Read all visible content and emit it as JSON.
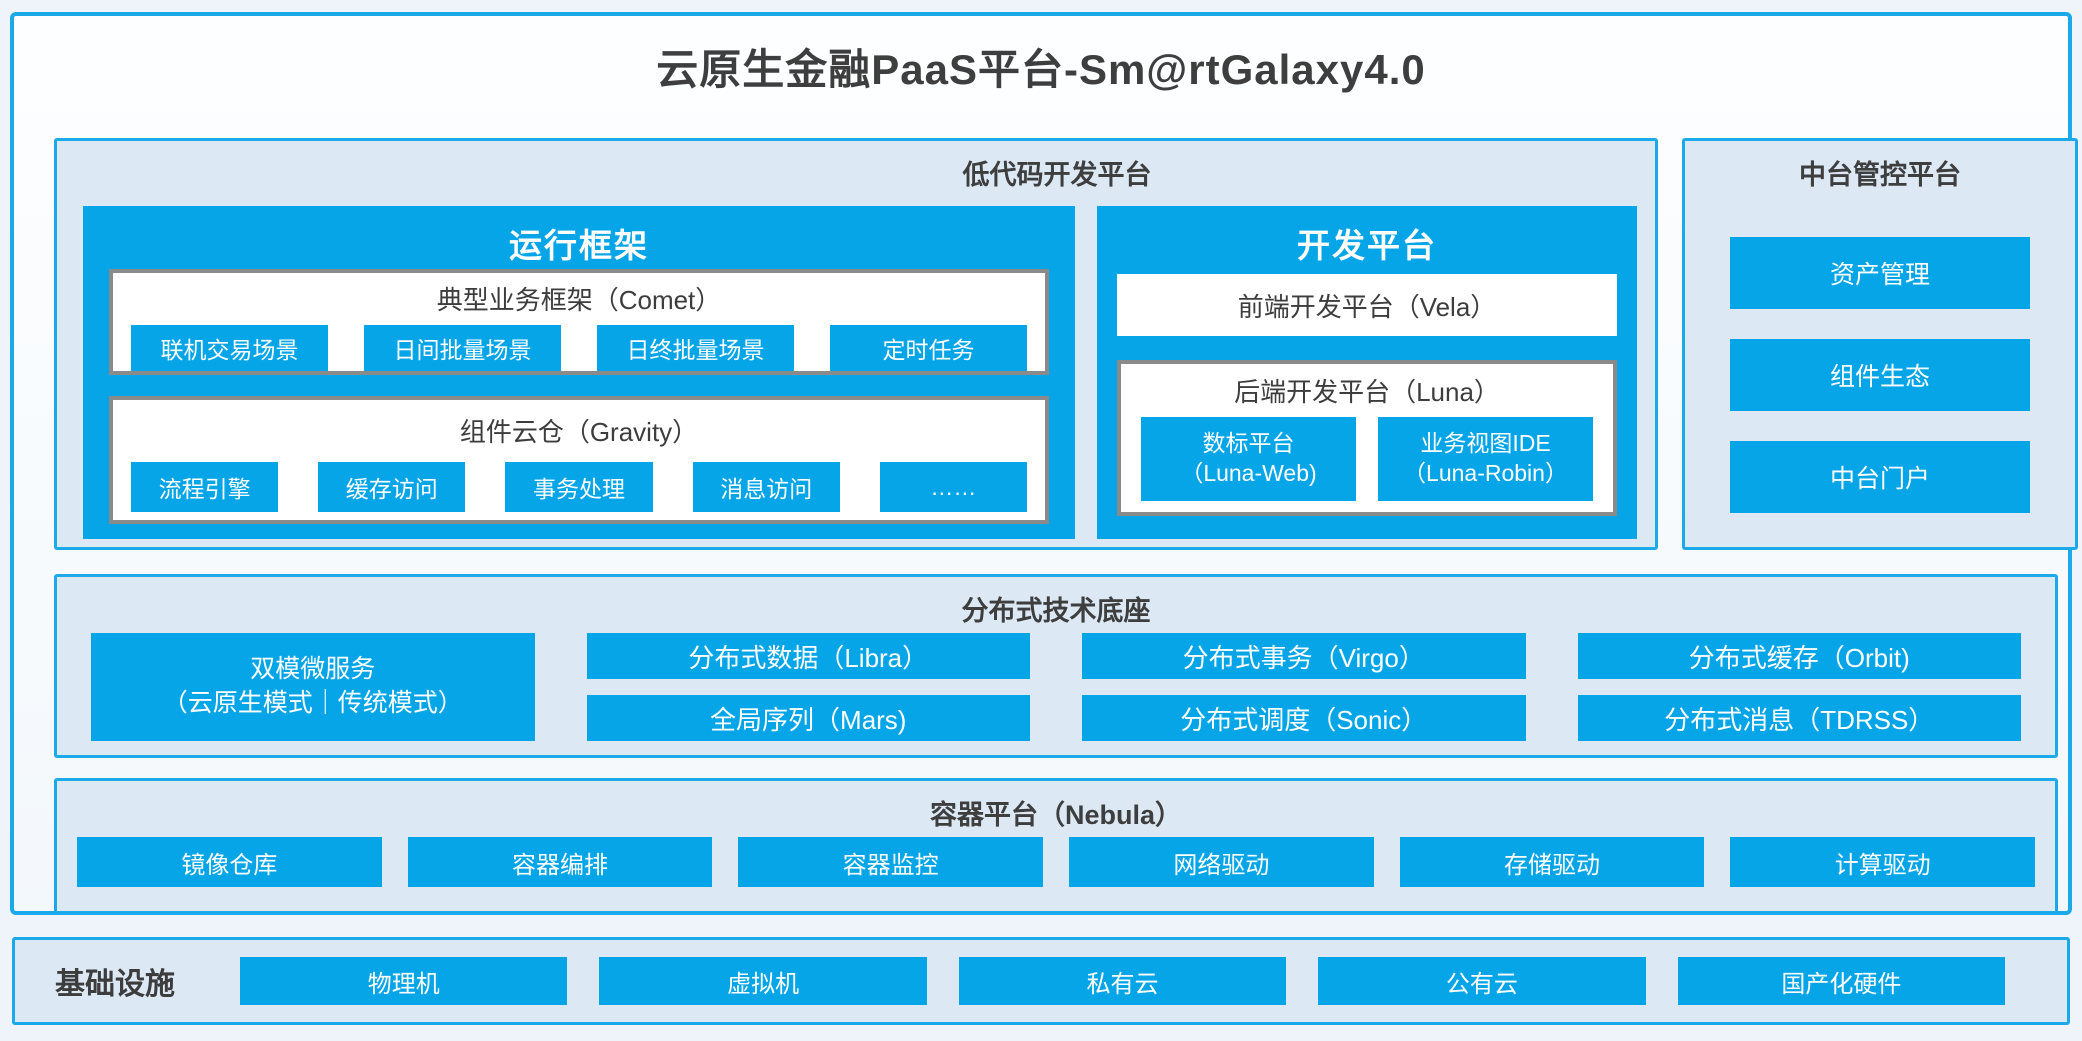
{
  "title": "云原生金融PaaS平台-Sm@rtGalaxy4.0",
  "colors": {
    "accent_blue": "#06a5e7",
    "border_blue": "#1ba9e9",
    "panel_bg": "#dce9f5",
    "gray_border": "#8a8a8a",
    "text_dark": "#3d3d3d"
  },
  "lowcode": {
    "label": "低代码开发平台",
    "runtime": {
      "title": "运行框架",
      "comet": {
        "title": "典型业务框架（Comet）",
        "items": [
          "联机交易场景",
          "日间批量场景",
          "日终批量场景",
          "定时任务"
        ]
      },
      "gravity": {
        "title": "组件云仓（Gravity）",
        "items": [
          "流程引擎",
          "缓存访问",
          "事务处理",
          "消息访问",
          "……"
        ]
      }
    },
    "dev": {
      "title": "开发平台",
      "vela": "前端开发平台（Vela）",
      "luna": {
        "title": "后端开发平台（Luna）",
        "items": [
          {
            "line1": "数标平台",
            "line2": "（Luna-Web)"
          },
          {
            "line1": "业务视图IDE",
            "line2": "（Luna-Robin）"
          }
        ]
      }
    }
  },
  "midplatform": {
    "label": "中台管控平台",
    "items": [
      "资产管理",
      "组件生态",
      "中台门户"
    ]
  },
  "distributed": {
    "label": "分布式技术底座",
    "dual_mode": {
      "line1": "双模微服务",
      "line2": "（云原生模式｜传统模式）"
    },
    "columns": [
      [
        "分布式数据（Libra）",
        "全局序列（Mars)"
      ],
      [
        "分布式事务（Virgo）",
        "分布式调度（Sonic）"
      ],
      [
        "分布式缓存（Orbit)",
        "分布式消息（TDRSS）"
      ]
    ]
  },
  "container_platform": {
    "label": "容器平台（Nebula）",
    "items": [
      "镜像仓库",
      "容器编排",
      "容器监控",
      "网络驱动",
      "存储驱动",
      "计算驱动"
    ]
  },
  "infrastructure": {
    "label": "基础设施",
    "items": [
      "物理机",
      "虚拟机",
      "私有云",
      "公有云",
      "国产化硬件"
    ]
  }
}
